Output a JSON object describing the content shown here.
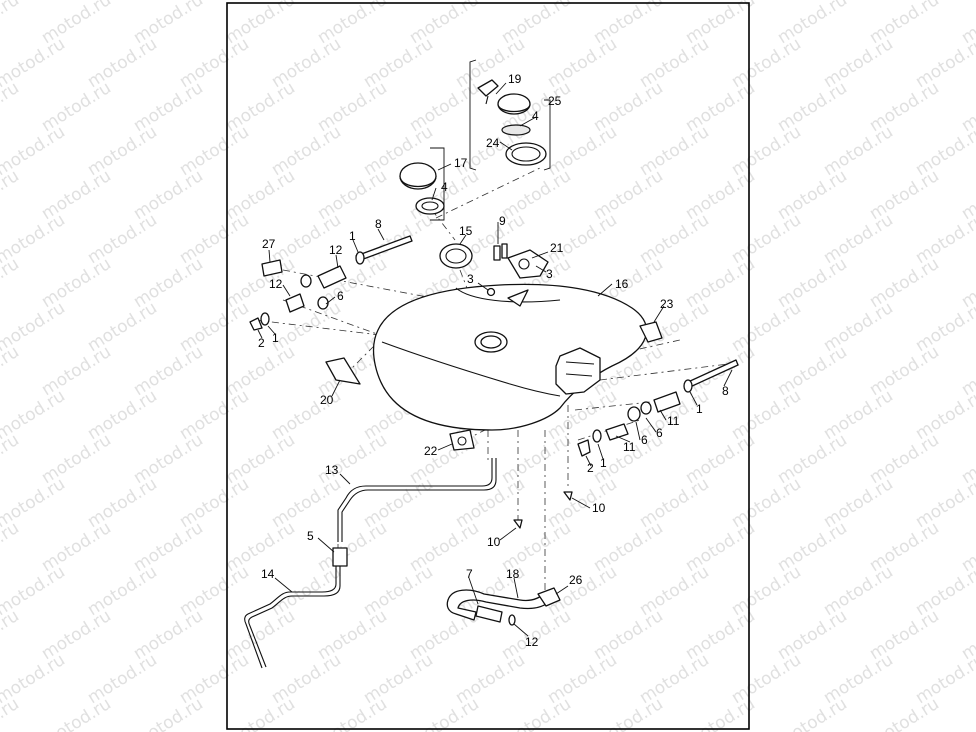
{
  "watermark": {
    "text": "motod.ru"
  },
  "callouts": [
    {
      "id": "c19",
      "text": "19"
    },
    {
      "id": "c25",
      "text": "25"
    },
    {
      "id": "c4a",
      "text": "4"
    },
    {
      "id": "c24",
      "text": "24"
    },
    {
      "id": "c17",
      "text": "17"
    },
    {
      "id": "c4b",
      "text": "4"
    },
    {
      "id": "c8a",
      "text": "8"
    },
    {
      "id": "c9",
      "text": "9"
    },
    {
      "id": "c15",
      "text": "15"
    },
    {
      "id": "c21",
      "text": "21"
    },
    {
      "id": "c27",
      "text": "27"
    },
    {
      "id": "c12a",
      "text": "12"
    },
    {
      "id": "c1a",
      "text": "1"
    },
    {
      "id": "c3a",
      "text": "3"
    },
    {
      "id": "c3b",
      "text": "3"
    },
    {
      "id": "c16",
      "text": "16"
    },
    {
      "id": "c12b",
      "text": "12"
    },
    {
      "id": "c6a",
      "text": "6"
    },
    {
      "id": "c23",
      "text": "23"
    },
    {
      "id": "c2a",
      "text": "2"
    },
    {
      "id": "c1b",
      "text": "1"
    },
    {
      "id": "c8b",
      "text": "8"
    },
    {
      "id": "c20",
      "text": "20"
    },
    {
      "id": "c1c",
      "text": "1"
    },
    {
      "id": "c11a",
      "text": "11"
    },
    {
      "id": "c6b",
      "text": "6"
    },
    {
      "id": "c6c",
      "text": "6"
    },
    {
      "id": "c11b",
      "text": "11"
    },
    {
      "id": "c22",
      "text": "22"
    },
    {
      "id": "c1d",
      "text": "1"
    },
    {
      "id": "c2b",
      "text": "2"
    },
    {
      "id": "c13",
      "text": "13"
    },
    {
      "id": "c10a",
      "text": "10"
    },
    {
      "id": "c10b",
      "text": "10"
    },
    {
      "id": "c5",
      "text": "5"
    },
    {
      "id": "c7",
      "text": "7"
    },
    {
      "id": "c18",
      "text": "18"
    },
    {
      "id": "c26",
      "text": "26"
    },
    {
      "id": "c14",
      "text": "14"
    },
    {
      "id": "c12c",
      "text": "12"
    }
  ]
}
